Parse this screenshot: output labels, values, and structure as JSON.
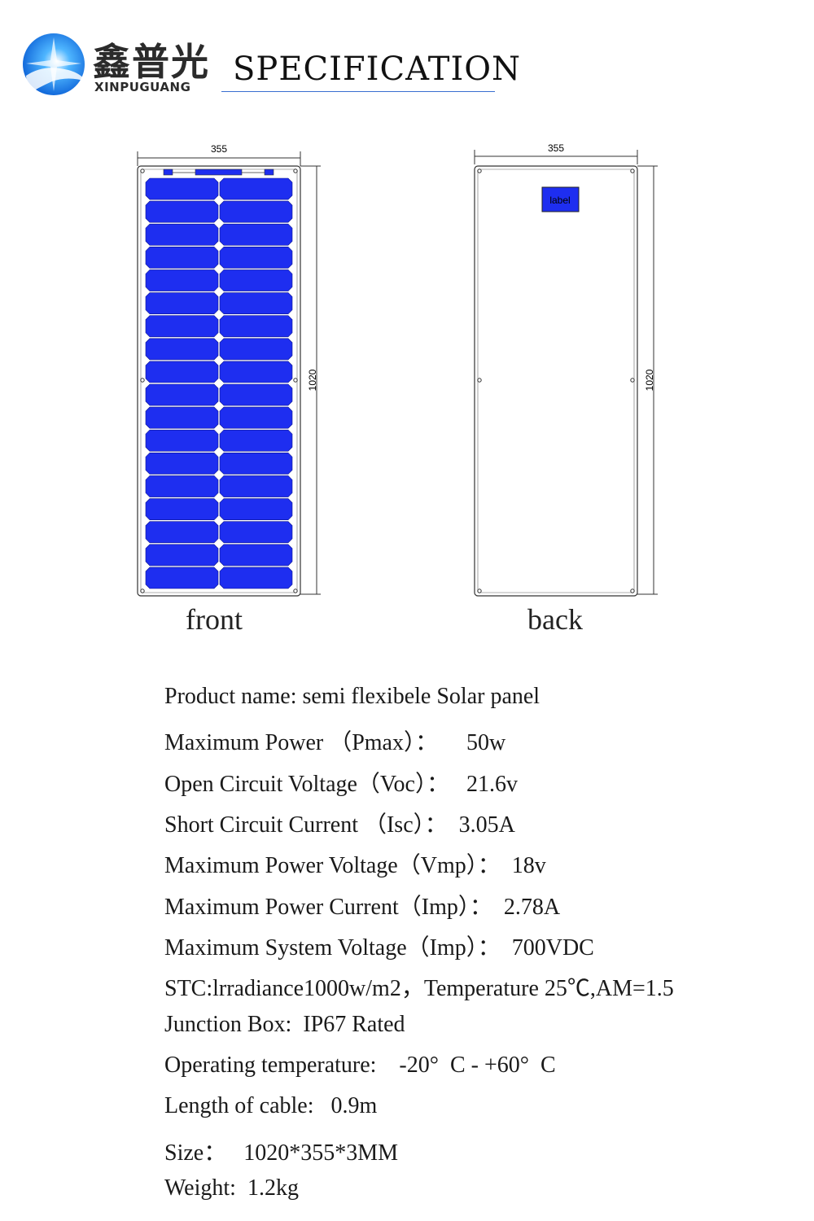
{
  "header": {
    "brand_cn": "鑫普光",
    "brand_en": "XINPUGUANG",
    "title": "SPECIFICATION"
  },
  "drawing": {
    "front_width_dim": "355",
    "front_height_dim": "1020",
    "back_width_dim": "355",
    "back_height_dim": "1020",
    "back_label_text": "label",
    "front_caption": "front",
    "back_caption": "back",
    "cell_color": "#1e2ef0",
    "cell_rows": 18,
    "cell_cols": 2
  },
  "specs": [
    "Product name: semi flexibele Solar panel",
    "Maximum Power （Pmax）：     50w",
    "Open Circuit Voltage（Voc）：   21.6v",
    "Short Circuit Current （Isc）：  3.05A",
    "Maximum Power Voltage（Vmp）：  18v",
    "Maximum Power Current（Imp）：  2.78A",
    "Maximum System Voltage（Imp）：  700VDC",
    "STC:lrradiance1000w/m2，Temperature 25℃,AM=1.5",
    "Junction Box:  IP67 Rated",
    "Operating temperature:    -20°  C - +60°  C",
    "Length of cable:   0.9m",
    "Size：   1020*355*3MM",
    "Weight:  1.2kg"
  ]
}
